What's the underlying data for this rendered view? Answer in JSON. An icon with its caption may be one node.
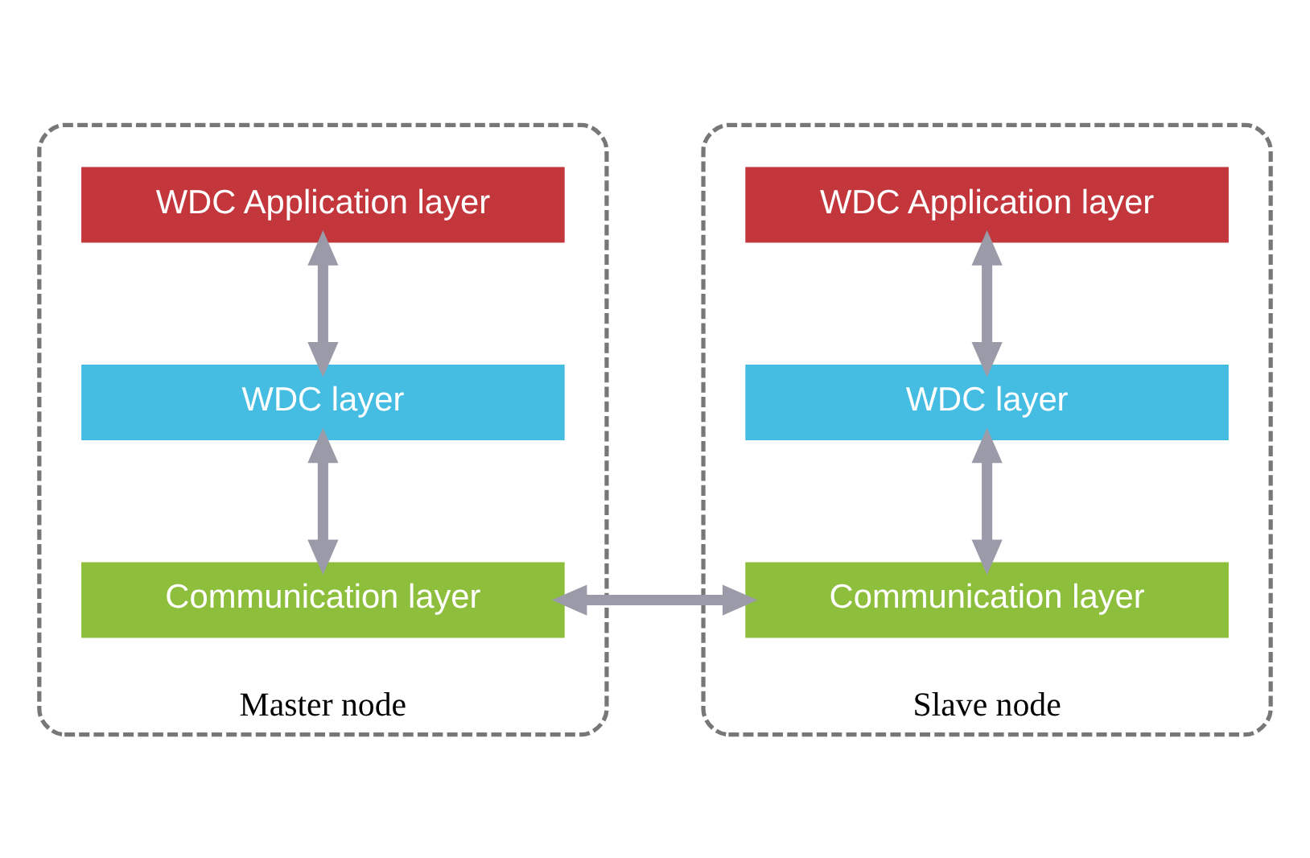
{
  "diagram": {
    "nodes": [
      {
        "text": [
          "Master node"
        ]
      },
      {
        "text": [
          "WDC Application layer"
        ],
        "in": 0
      },
      {
        "text": [
          "WDC layer"
        ],
        "in": 0
      },
      {
        "text": [
          "Communication layer"
        ],
        "in": 0
      },
      {
        "text": [
          "Slave node"
        ]
      },
      {
        "text": [
          "WDC Application layer"
        ],
        "in": 4
      },
      {
        "text": [
          "WDC layer"
        ],
        "in": 4
      },
      {
        "text": [
          "Communication layer"
        ],
        "in": 4
      }
    ],
    "edges": [
      {
        "from": 1,
        "to": 2,
        "arrow": "both"
      },
      {
        "from": 2,
        "to": 3,
        "arrow": "both"
      },
      {
        "from": 5,
        "to": 6,
        "arrow": "both"
      },
      {
        "from": 6,
        "to": 7,
        "arrow": "both"
      },
      {
        "from": 3,
        "to": 7,
        "arrow": "both"
      }
    ]
  }
}
